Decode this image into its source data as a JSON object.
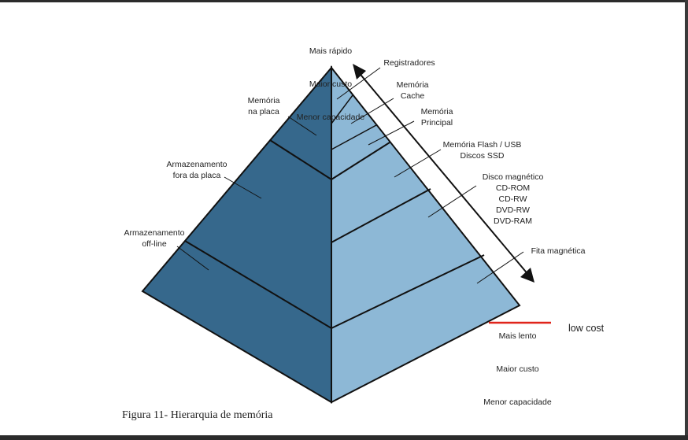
{
  "colors": {
    "left_face": "#36688c",
    "right_face": "#8db8d6",
    "outline": "#111111",
    "strike": "#e0241b"
  },
  "top_label": {
    "line1": "Mais rápido",
    "line2": "Maior custo",
    "line3": "Menor capacidade"
  },
  "bottom_label": {
    "line1": "Mais lento",
    "line2": "Maior custo",
    "line3": "Menor capacidade"
  },
  "handwritten_note": "low cost",
  "left_labels": [
    {
      "text": "Memória\nna placa"
    },
    {
      "text": "Armazenamento\nfora da placa"
    },
    {
      "text": "Armazenamento\noff-line"
    }
  ],
  "right_labels": [
    {
      "text": "Registradores"
    },
    {
      "text": "Memória\nCache"
    },
    {
      "text": "Memória\nPrincipal"
    },
    {
      "text": "Memória Flash / USB\nDiscos SSD"
    },
    {
      "text": "Disco magnético\nCD-ROM\nCD-RW\nDVD-RW\nDVD-RAM"
    },
    {
      "text": "Fita magnética"
    }
  ],
  "caption": "Figura 11- Hierarquia de memória"
}
